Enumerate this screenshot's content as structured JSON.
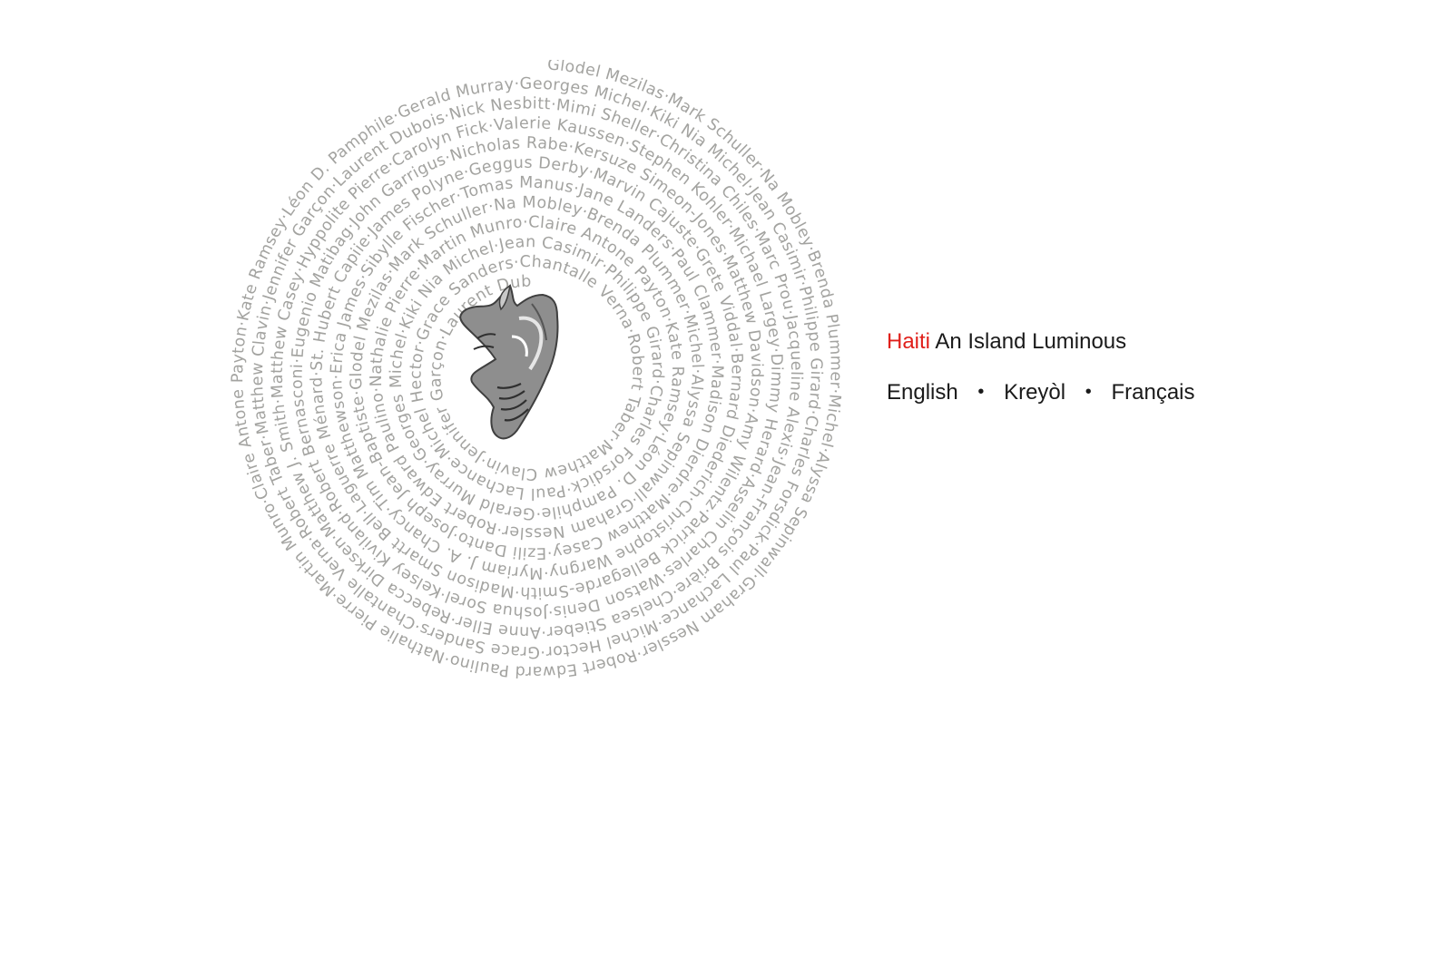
{
  "site": {
    "brand": "Haiti",
    "tagline": "An Island Luminous"
  },
  "languages": [
    {
      "label": "English"
    },
    {
      "label": "Kreyòl"
    },
    {
      "label": "Français"
    }
  ],
  "separator": "•",
  "colors": {
    "brand": "#e0201b",
    "names_text": "#a3a3a0",
    "background": "#ffffff"
  },
  "spiral": {
    "text": "Glodel Mezilas·Mark Schuller·Na Mobley·Brenda Plummer·Michel·Alyssa Sepinwall·Graham Nessler·Robert Edward Paulino·Nathalie Pierre·Martin Munro·Claire Antone Payton·Kate Ramsey·Léon D. Pamphile·Gerald Murray·Georges Michel·Kiki Nia Michel·Jean Casimir·Philippe Girard·Charles Forsdick·Paul Lachance·Michel Hector·Grace Sanders·Chantalle Verna·Robert Taber·Matthew Clavin·Jennifer Garçon·Laurent Dubois·Nick Nesbitt·Mimi Sheller·Christina Chiles·Marc Prou·Jacqueline Alexis·Jean-François Brière·Chelsea Stieber·Anne Eller·Rebecca Dirksen·Matthew J. Smith·Matthew Casey·Hyppolite Pierre·Carolyn Fick·Valerie Kaussen·Stephen Kohler·Michael Largey·Dimmy Herard·Asselin Charles·Watson Denis·Joshua Sorel·Kelsey Kiviland·Robert Bernasconi·Eugenio Matibag·John Garrigus·Nicholas Rabe·Kersuze Simeon-Jones·Matthew Davidson·Amy Wilentz·Patrick Bellegarde-Smith·Madison Smartt Bell·Laguerre Ménard·St. Hubert Capiie·James Polyne·Geggus Derby·Marvin Cajuste·Grete Viddal·Bernard Diederich·Christophe Wargny·Myriam J. A. Chancy·Tim Matthewson·Erica James·Sibylle Fischer·Tomas Manus·Jane Landers·Paul Clammer·Madison Dierdre·Matthew Casey·Ezili Danto·Joseph Jean-Baptiste·"
  }
}
